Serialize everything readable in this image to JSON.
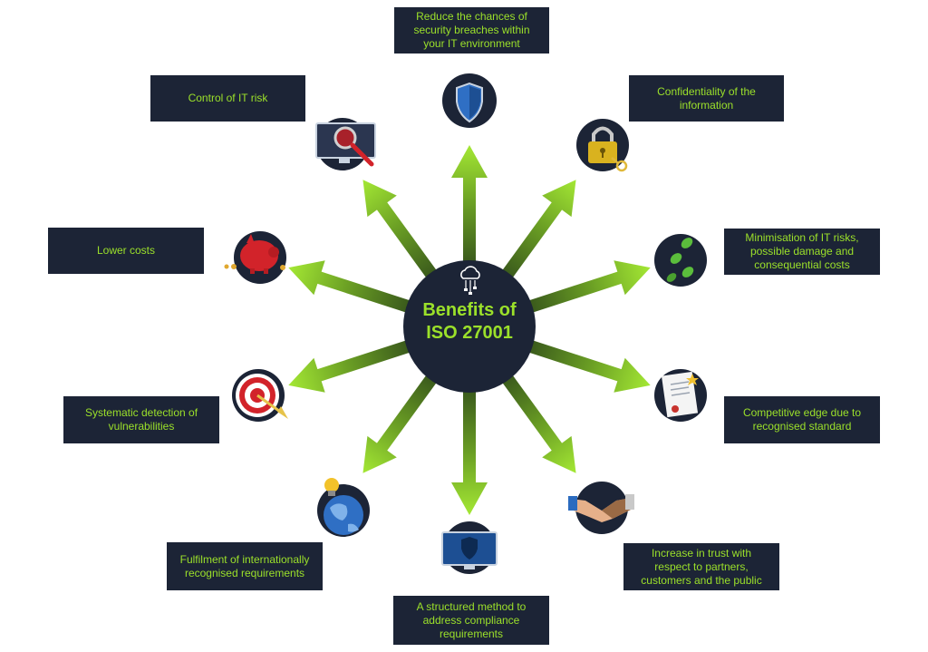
{
  "center": {
    "title_line1": "Benefits of",
    "title_line2": "ISO 27001",
    "icon": "cloud-network-icon"
  },
  "colors": {
    "box_background": "#1c2436",
    "text_green": "#9be02a",
    "arrow_light": "#a4e834",
    "arrow_dark": "#2f4a1a",
    "icon_circle": "#1c2436"
  },
  "benefits": [
    {
      "text": "Reduce the chances of security breaches within your IT environment",
      "icon": "shield-icon"
    },
    {
      "text": "Confidentiality of the information",
      "icon": "padlock-key-icon"
    },
    {
      "text": "Minimisation of IT risks, possible damage and consequential costs",
      "icon": "coins-icon"
    },
    {
      "text": "Competitive edge due to recognised standard",
      "icon": "certificate-icon"
    },
    {
      "text": "Increase in trust with respect to partners, customers and the public",
      "icon": "handshake-icon"
    },
    {
      "text": "A structured method to address compliance requirements",
      "icon": "monitor-shield-icon"
    },
    {
      "text": "Fulfilment of internationally recognised requirements",
      "icon": "globe-lightbulb-icon"
    },
    {
      "text": "Systematic detection of vulnerabilities",
      "icon": "target-icon"
    },
    {
      "text": "Lower costs",
      "icon": "piggy-bank-icon"
    },
    {
      "text": "Control of IT risk",
      "icon": "monitor-magnifier-icon"
    }
  ]
}
